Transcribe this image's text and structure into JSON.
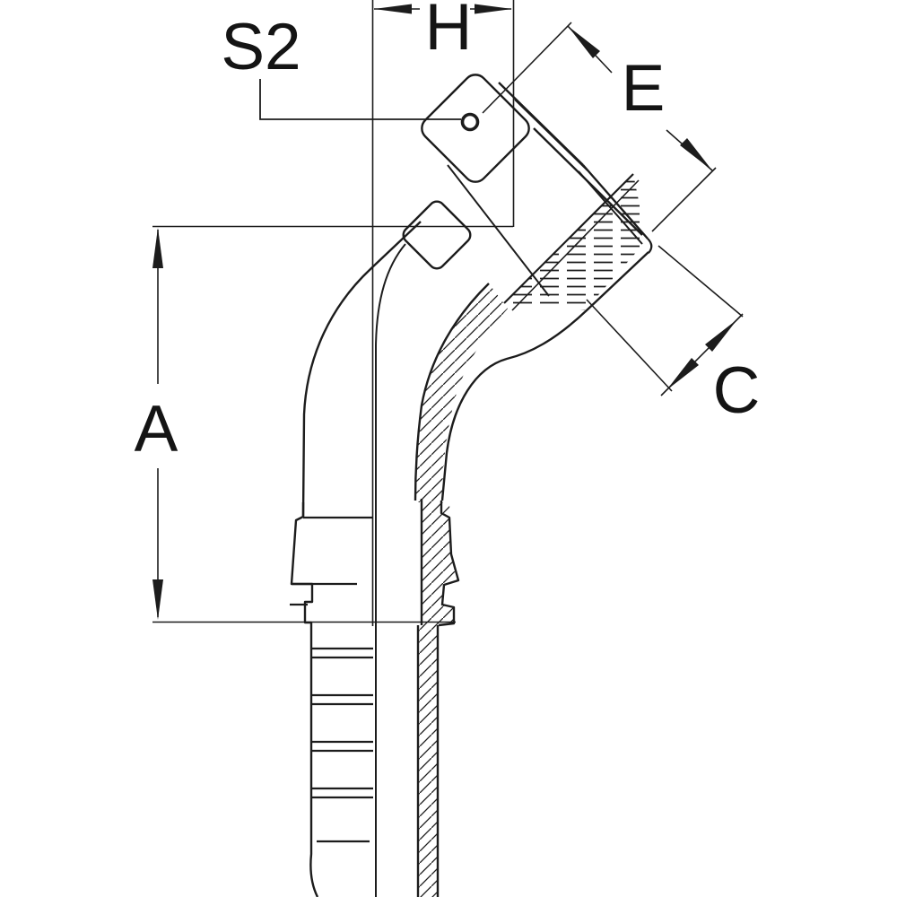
{
  "drawing": {
    "type": "technical line drawing, 45-degree elbow hose fitting, half-section",
    "colors": {
      "background": "#ffffff",
      "line": "#1c1c1c"
    },
    "labels": {
      "s2": "S2",
      "h": "H",
      "e": "E",
      "a": "A",
      "c": "C"
    }
  }
}
